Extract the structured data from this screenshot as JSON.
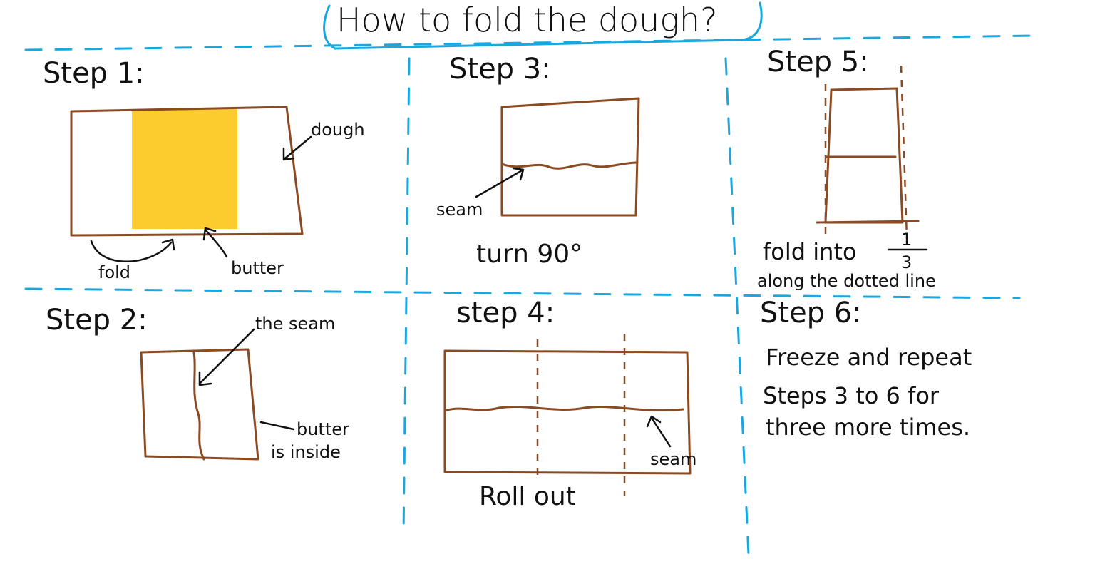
{
  "title": "How to fold the dough?",
  "colors": {
    "dough": "#8a4a22",
    "butter": "#fccc2e",
    "grid": "#1aa7e0",
    "ink": "#111111"
  },
  "steps": {
    "step1": {
      "label": "Step 1:",
      "dough_label": "dough",
      "fold_label": "fold",
      "butter_label": "butter"
    },
    "step2": {
      "label": "Step 2:",
      "seam_label": "the seam",
      "butter_inside_line1": "butter",
      "butter_inside_line2": "is inside"
    },
    "step3": {
      "label": "Step 3:",
      "seam_label": "seam",
      "caption": "turn 90°"
    },
    "step4": {
      "label": "step 4:",
      "seam_label": "seam",
      "caption": "Roll out"
    },
    "step5": {
      "label": "Step 5:",
      "caption_prefix": "fold into",
      "fraction_num": "1",
      "fraction_den": "3",
      "caption_line2": "along the dotted line"
    },
    "step6": {
      "label": "Step 6:",
      "line1": "Freeze and repeat",
      "line2": "Steps 3 to 6 for",
      "line3": "three more times."
    }
  }
}
